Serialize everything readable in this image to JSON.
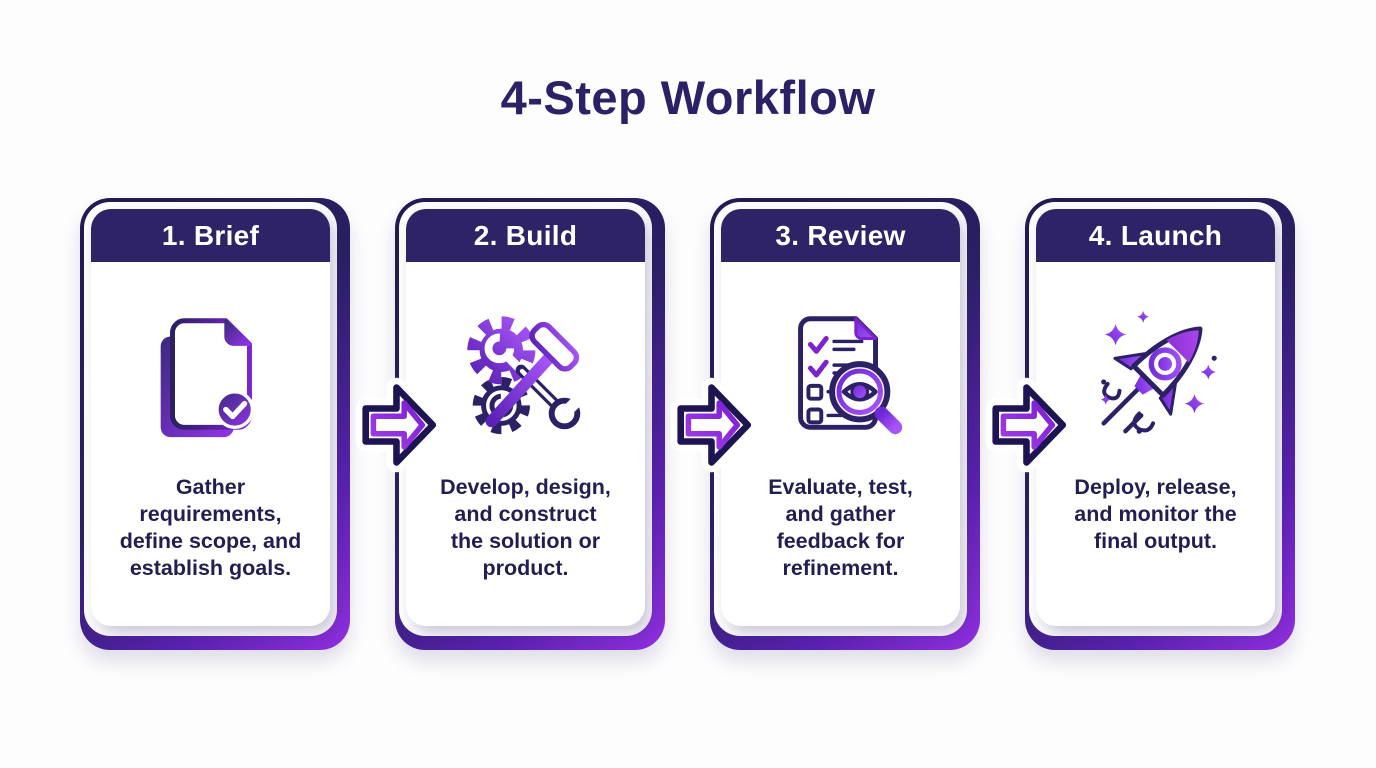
{
  "title": "4-Step Workflow",
  "steps": [
    {
      "label": "1. Brief",
      "icon": "document-check-icon",
      "description": "Gather\nrequirements,\ndefine scope, and\nestablish goals."
    },
    {
      "label": "2. Build",
      "icon": "gears-hammer-wrench-icon",
      "description": "Develop, design,\nand construct\nthe solution or\nproduct."
    },
    {
      "label": "3. Review",
      "icon": "checklist-magnifier-eye-icon",
      "description": "Evaluate, test,\nand gather\nfeedback for\nrefinement."
    },
    {
      "label": "4. Launch",
      "icon": "rocket-sparkles-icon",
      "description": "Deploy, release,\nand monitor the\nfinal output."
    }
  ],
  "arrows": {
    "count": 3,
    "direction": "right",
    "style": "double-outline-block-arrow"
  },
  "colors": {
    "background": "#fdfdfe",
    "title_text": "#2b2167",
    "header_bg": "#2d2366",
    "header_text": "#ffffff",
    "body_text": "#221e52",
    "outline_navy": "#2d2166",
    "arrow_navy": "#1d1452",
    "purple": "#8b2fd6",
    "purple_light": "#a855f7",
    "purple_deep": "#5b21b6"
  }
}
